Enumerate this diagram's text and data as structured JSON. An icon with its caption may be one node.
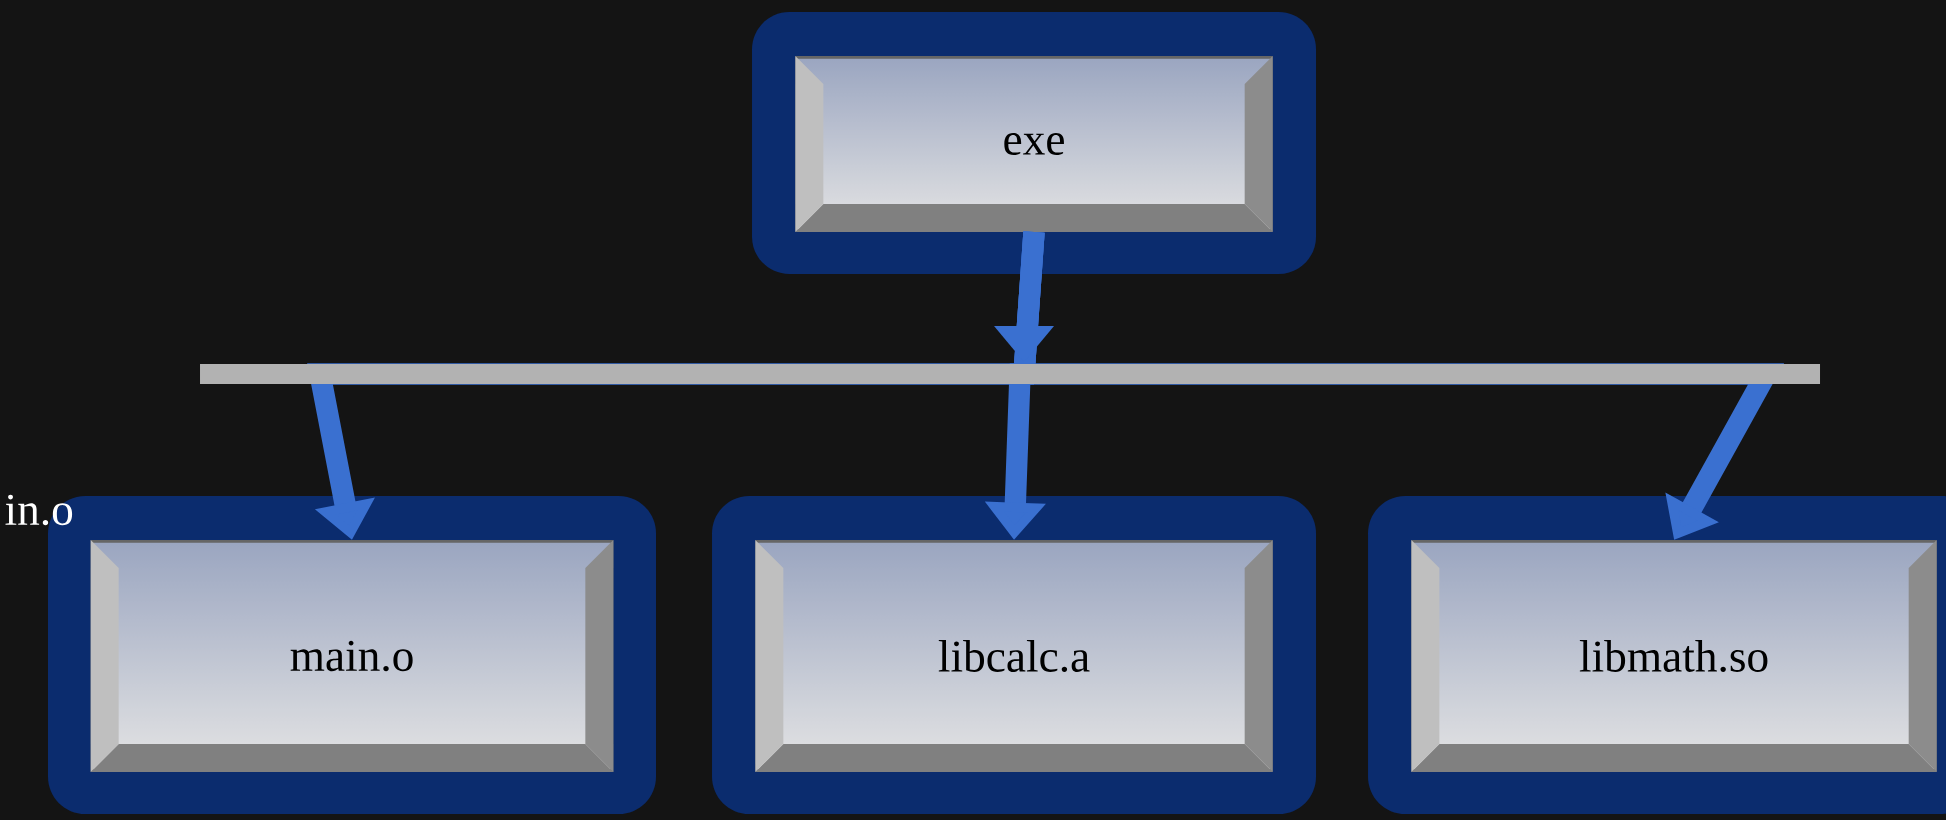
{
  "diagram": {
    "nodes": [
      {
        "text": [
          "exe"
        ]
      },
      {
        "text": [
          "main.o"
        ]
      },
      {
        "text": [
          "libcalc.a"
        ]
      },
      {
        "text": [
          "libmath.so"
        ]
      }
    ],
    "edges": [
      {
        "from": 0,
        "to": 1,
        "arrow": "to"
      },
      {
        "from": 0,
        "to": 2,
        "arrow": "to"
      },
      {
        "from": 0,
        "to": 3,
        "arrow": "to"
      }
    ],
    "labels": [
      "in.o"
    ]
  }
}
